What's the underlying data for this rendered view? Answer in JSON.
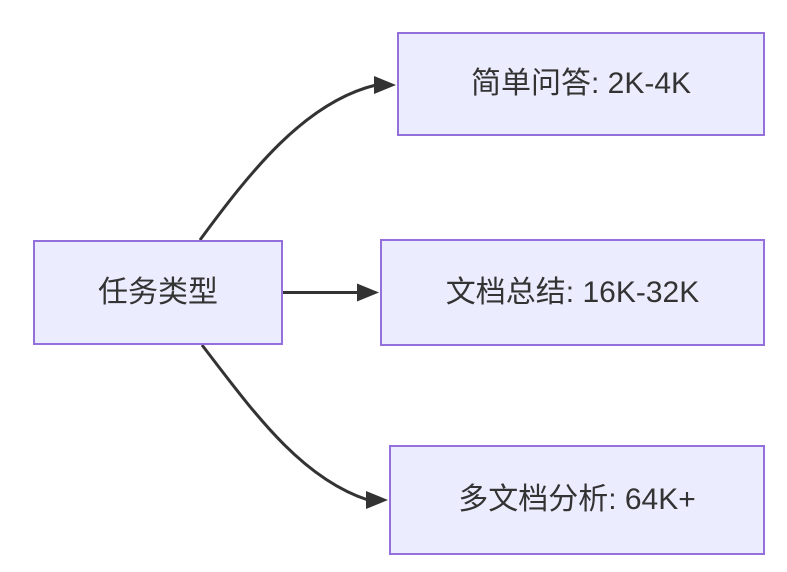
{
  "diagram": {
    "type": "flowchart-LR",
    "nodes": [
      {
        "id": "root",
        "label": "任务类型"
      },
      {
        "id": "qa",
        "label": "简单问答: 2K-4K"
      },
      {
        "id": "doc",
        "label": "文档总结: 16K-32K"
      },
      {
        "id": "multi",
        "label": "多文档分析: 64K+"
      }
    ],
    "edges": [
      {
        "from": "root",
        "to": "qa",
        "style": "curved-up"
      },
      {
        "from": "root",
        "to": "doc",
        "style": "straight"
      },
      {
        "from": "root",
        "to": "multi",
        "style": "curved-down"
      }
    ]
  },
  "colors": {
    "nodeFill": "#ECECFF",
    "nodeBorder": "#9370DB",
    "edge": "#333333",
    "text": "#333333",
    "background": "#FFFFFF"
  }
}
